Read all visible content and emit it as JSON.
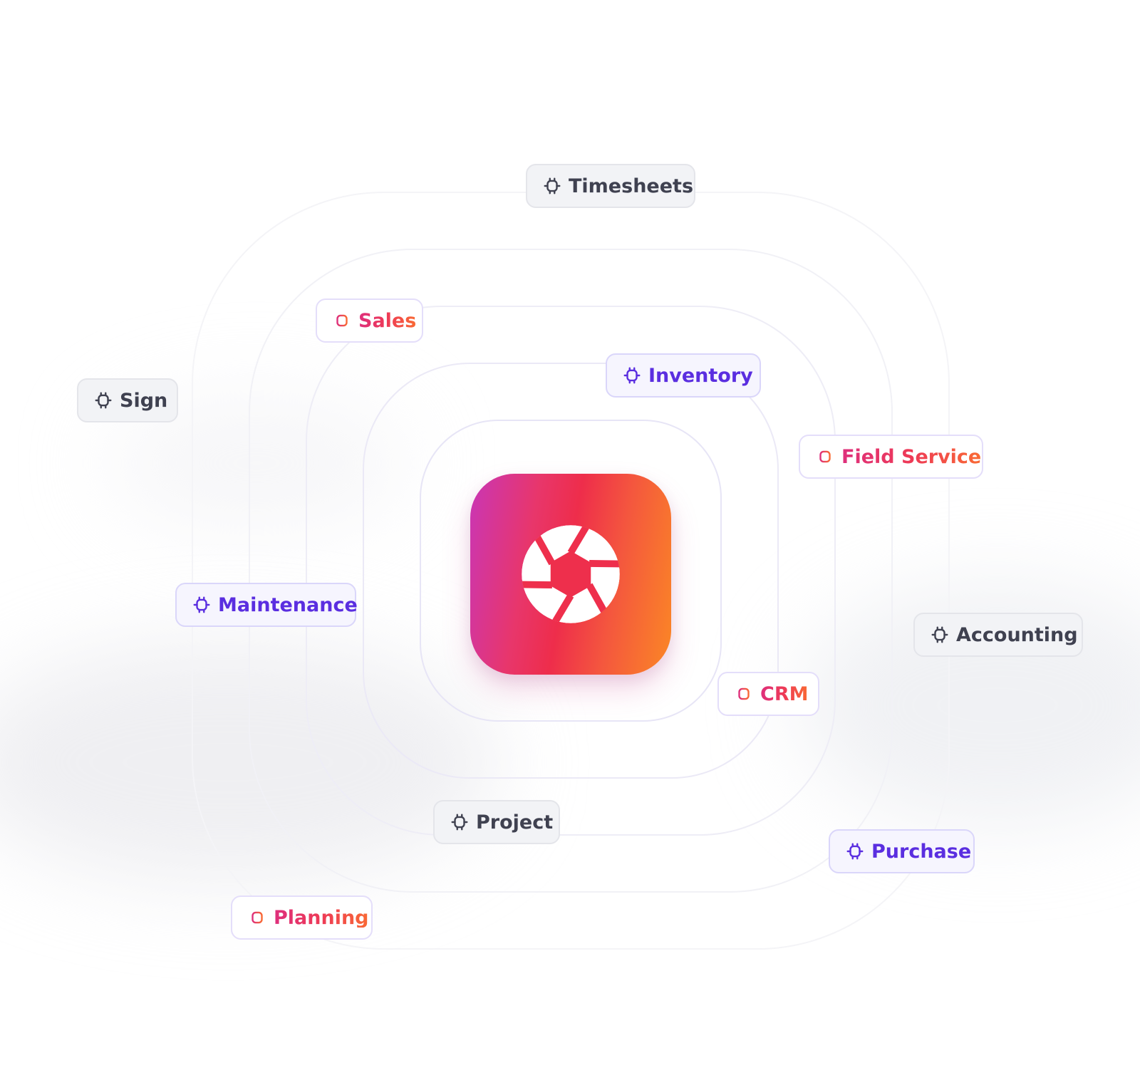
{
  "hub": {
    "icon": "camera-aperture-icon",
    "colors": {
      "gradient_start": "#c936b6",
      "gradient_mid": "#ee2d4b",
      "gradient_end": "#fb8725"
    }
  },
  "modules": [
    {
      "label": "Timesheets",
      "style": "gray",
      "icon": "chip-icon"
    },
    {
      "label": "Sales",
      "style": "warm",
      "icon": "chip-icon"
    },
    {
      "label": "Inventory",
      "style": "purple",
      "icon": "chip-icon"
    },
    {
      "label": "Sign",
      "style": "gray",
      "icon": "chip-icon"
    },
    {
      "label": "Field Service",
      "style": "warm",
      "icon": "chip-icon"
    },
    {
      "label": "Maintenance",
      "style": "purple",
      "icon": "chip-icon"
    },
    {
      "label": "Accounting",
      "style": "gray",
      "icon": "chip-icon"
    },
    {
      "label": "CRM",
      "style": "warm",
      "icon": "chip-icon"
    },
    {
      "label": "Project",
      "style": "gray",
      "icon": "chip-icon"
    },
    {
      "label": "Purchase",
      "style": "purple",
      "icon": "chip-icon"
    },
    {
      "label": "Planning",
      "style": "warm",
      "icon": "chip-icon"
    }
  ],
  "colors": {
    "gray_text": "#3f4150",
    "purple_text": "#5a2ee0",
    "warm_text_start": "#de2f7c",
    "warm_text_end": "#f96a34",
    "ring": "#ecebf6"
  }
}
